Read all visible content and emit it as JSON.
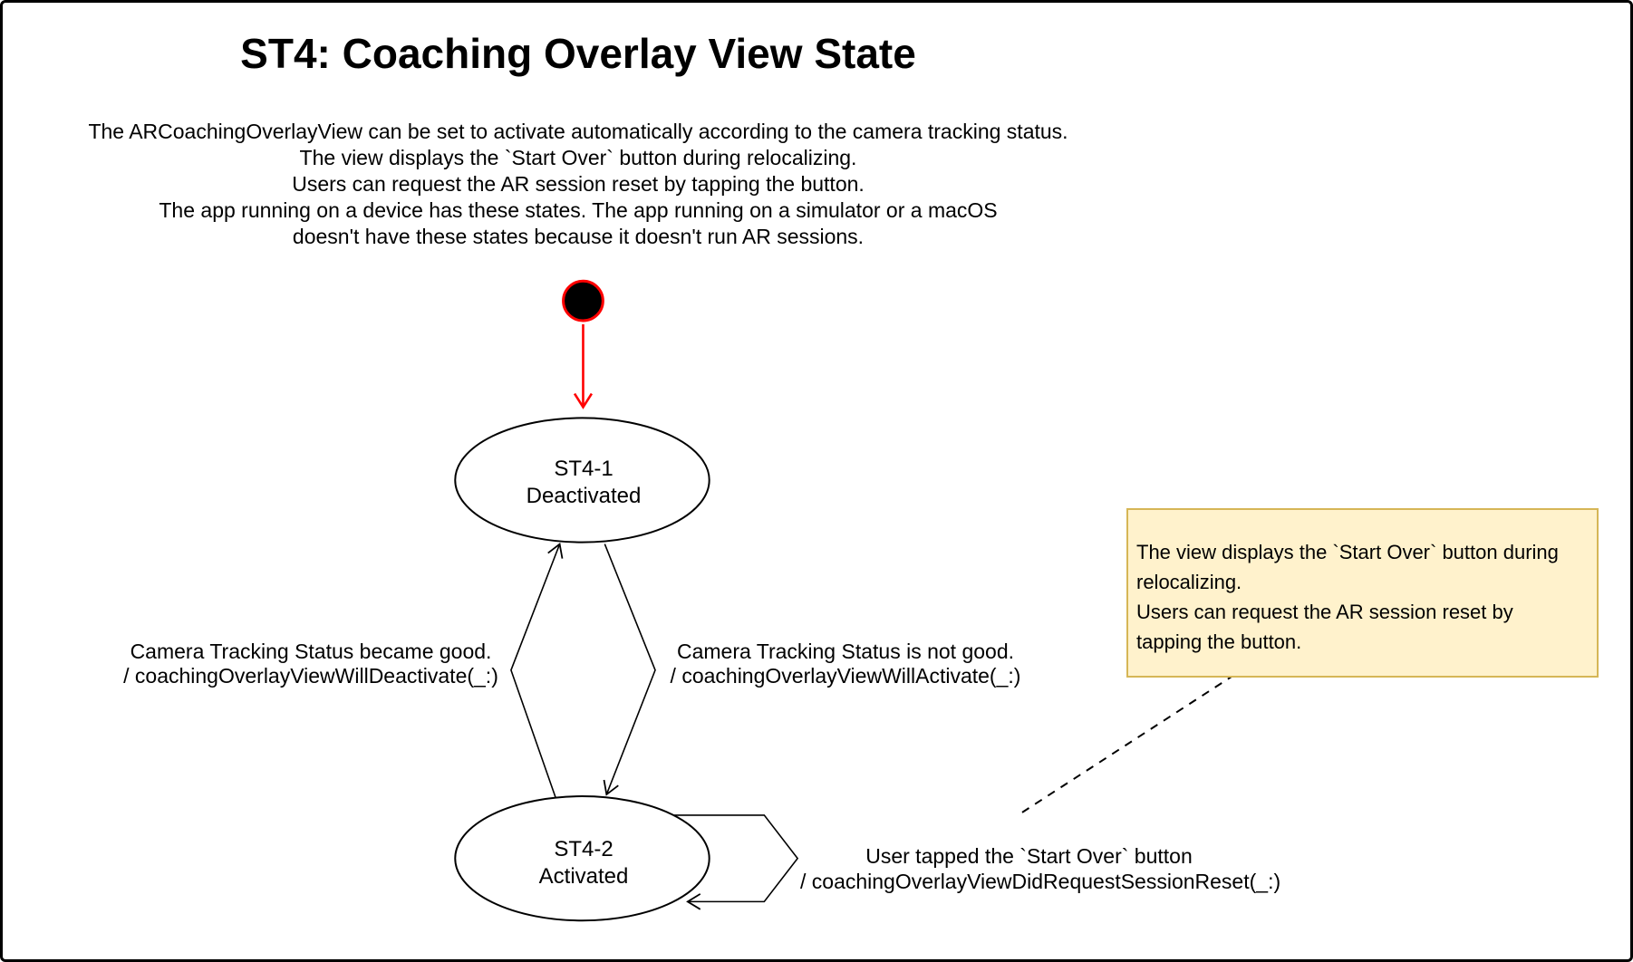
{
  "title": "ST4: Coaching Overlay View State",
  "description": {
    "lines": [
      "The ARCoachingOverlayView can be set to activate automatically according to the camera tracking status.",
      "The view displays the `Start Over` button during relocalizing.",
      "Users can request the AR session reset by tapping the button.",
      "The app running on a device has these states. The app running on a simulator or a macOS",
      "doesn't have these states because it doesn't run AR sessions."
    ]
  },
  "states": {
    "st4_1": {
      "name": "ST4-1",
      "label": "Deactivated"
    },
    "st4_2": {
      "name": "ST4-2",
      "label": "Activated"
    }
  },
  "transitions": {
    "initial_to_deactivated": {
      "from": "initial",
      "to": "ST4-1"
    },
    "to_deactivated": {
      "from": "ST4-2",
      "to": "ST4-1",
      "event": "Camera Tracking Status became good.",
      "action": "/ coachingOverlayViewWillDeactivate(_:)"
    },
    "to_activated": {
      "from": "ST4-1",
      "to": "ST4-2",
      "event": "Camera Tracking Status is not good.",
      "action": "/ coachingOverlayViewWillActivate(_:)"
    },
    "self_reset": {
      "from": "ST4-2",
      "to": "ST4-2",
      "event": "User tapped the `Start Over` button",
      "action": "/ coachingOverlayViewDidRequestSessionReset(_:)"
    }
  },
  "note": {
    "lines": [
      "The view displays the `Start Over` button during",
      "relocalizing.",
      "Users can request the AR session reset by",
      "tapping the button."
    ]
  },
  "colors": {
    "background": "#ffffff",
    "canvas_border": "#000000",
    "diagram_line": "#000000",
    "text": "#000000",
    "accent_red": "#ff0000",
    "note_fill": "#fff2cc",
    "note_border": "#d6b656"
  }
}
